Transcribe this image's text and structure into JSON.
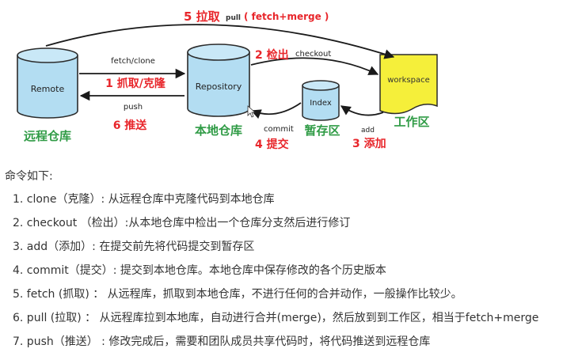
{
  "diagram": {
    "nodes": {
      "remote": {
        "label": "Remote",
        "caption": "远程仓库"
      },
      "repository": {
        "label": "Repository",
        "caption": "本地仓库"
      },
      "index": {
        "label": "Index",
        "caption": "暂存区"
      },
      "workspace": {
        "label": "workspace",
        "caption": "工作区"
      }
    },
    "arrows": {
      "pull": {
        "num": "5 拉取",
        "cmd": "pull",
        "paren": "( fetch+merge )"
      },
      "fetch_clone": {
        "cmd": "fetch/clone",
        "label": "1 抓取/克隆"
      },
      "checkout": {
        "num": "2 检出",
        "cmd": "checkout"
      },
      "push": {
        "cmd": "push",
        "label": "6 推送"
      },
      "commit": {
        "cmd": "commit",
        "label": "4 提交"
      },
      "add": {
        "cmd": "add",
        "label": "3 添加"
      }
    },
    "colors": {
      "cylinder_fill": "#b3ddf2",
      "cylinder_stroke": "#2b2b2b",
      "workspace_fill": "#f5ef3a",
      "label_red": "#e8262b",
      "caption_green": "#2f9b45",
      "arrow": "#1a1a1a"
    }
  },
  "intro": "命令如下:",
  "commands": [
    "1. clone（克隆）: 从远程仓库中克隆代码到本地仓库",
    "2. checkout （检出）:从本地仓库中检出一个仓库分支然后进行修订",
    "3. add（添加）: 在提交前先将代码提交到暂存区",
    "4. commit（提交）: 提交到本地仓库。本地仓库中保存修改的各个历史版本",
    "5. fetch (抓取) ： 从远程库，抓取到本地仓库，不进行任何的合并动作，一般操作比较少。",
    "6. pull (拉取) ： 从远程库拉到本地库，自动进行合并(merge)，然后放到到工作区，相当于fetch+merge",
    "7. push（推送） : 修改完成后，需要和团队成员共享代码时，将代码推送到远程仓库"
  ]
}
